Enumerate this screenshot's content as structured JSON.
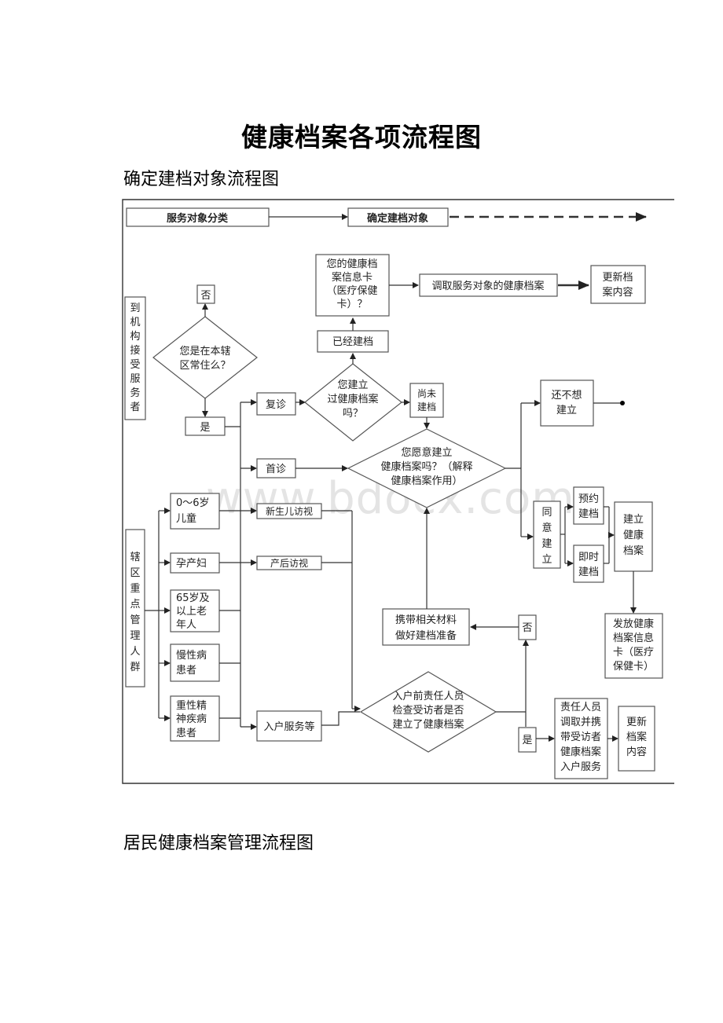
{
  "page": {
    "title": "健康档案各项流程图",
    "section1": "确定建档对象流程图",
    "section2": "居民健康档案管理流程图",
    "watermark": "www.bdocx.com"
  },
  "flowchart": {
    "header": {
      "left": "服务对象分类",
      "right": "确定建档对象"
    },
    "nodes": {
      "walkin": "到机构接受服务者",
      "resident_q": [
        "您是在本辖",
        "区常住么？"
      ],
      "no_top": "否",
      "yes_left": "是",
      "revisit": "复诊",
      "first_visit": "首诊",
      "built_q": [
        "您建立",
        "过健康档案",
        "吗？"
      ],
      "built": "已经建档",
      "card_q": [
        "您的健康档",
        "案信息卡",
        "（医疗保健",
        "卡）？"
      ],
      "retrieve": "调取服务对象的健康档案",
      "update_top": [
        "更新档",
        "案内容"
      ],
      "not_built": [
        "尚未",
        "建档"
      ],
      "willing_q": [
        "您愿意建立",
        "健康档案吗？（解释",
        "健康档案作用）"
      ],
      "not_yet": [
        "还不想",
        "建立"
      ],
      "agree": [
        "同",
        "意",
        "建",
        "立"
      ],
      "appointment": [
        "预约",
        "建档"
      ],
      "instant": [
        "即时",
        "建档"
      ],
      "create": [
        "建立",
        "健康",
        "档案"
      ],
      "issue_card": [
        "发放健康",
        "档案信息",
        "卡（医疗",
        "保健卡）"
      ],
      "key_groups": "辖区重点管理人群",
      "children": [
        "0～6岁",
        "儿童"
      ],
      "pregnant": "孕产妇",
      "elderly": [
        "65岁及",
        "以上老",
        "年人"
      ],
      "chronic": [
        "慢性病",
        "患者"
      ],
      "mental": [
        "重性精",
        "神疾病",
        "患者"
      ],
      "newborn": "新生儿访视",
      "postpartum": "产后访视",
      "home_service": "入户服务等",
      "home_q": [
        "入户前责任人员",
        "检查受访者是否",
        "建立了健康档案"
      ],
      "no_bottom": "否",
      "prepare": [
        "携带相关材料",
        "做好建档准备"
      ],
      "yes_bottom": "是",
      "staff": [
        "责任人员",
        "调取并携",
        "带受访者",
        "健康档案",
        "入户服务"
      ],
      "update_bottom": [
        "更新",
        "档案",
        "内容"
      ]
    }
  }
}
